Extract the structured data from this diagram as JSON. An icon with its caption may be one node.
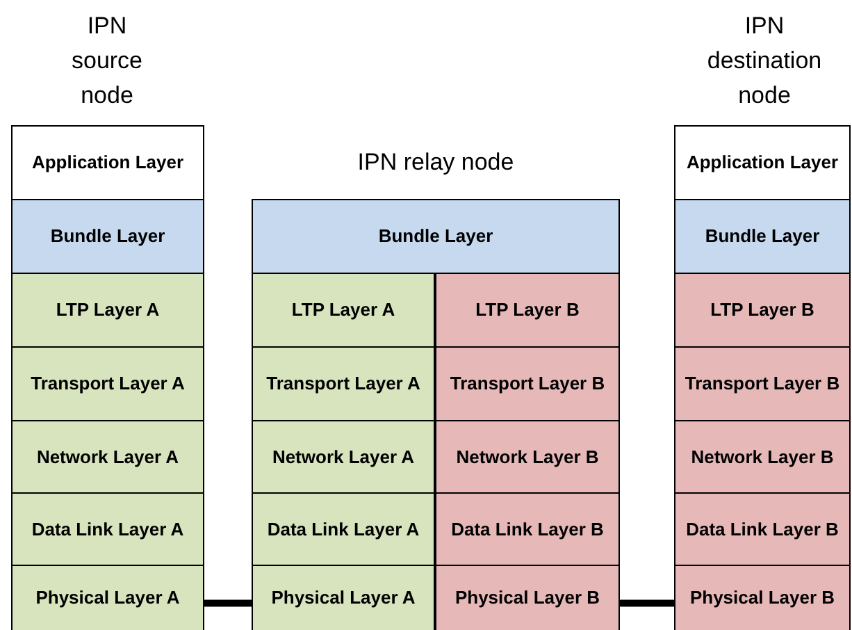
{
  "diagram": {
    "nodes": [
      {
        "text": [
          "Application Layer"
        ]
      },
      {
        "text": [
          "Bundle Layer"
        ]
      },
      {
        "text": [
          "LTP Layer A"
        ]
      },
      {
        "text": [
          "Transport Layer A"
        ]
      },
      {
        "text": [
          "Network Layer A"
        ]
      },
      {
        "text": [
          "Data Link Layer A"
        ]
      },
      {
        "text": [
          "Physical Layer A"
        ]
      },
      {
        "text": [
          "Bundle Layer"
        ]
      },
      {
        "text": [
          "LTP Layer A"
        ]
      },
      {
        "text": [
          "LTP Layer B"
        ]
      },
      {
        "text": [
          "Transport Layer A"
        ]
      },
      {
        "text": [
          "Transport Layer B"
        ]
      },
      {
        "text": [
          "Network Layer A"
        ]
      },
      {
        "text": [
          "Network Layer B"
        ]
      },
      {
        "text": [
          "Data Link Layer A"
        ]
      },
      {
        "text": [
          "Data Link Layer B"
        ]
      },
      {
        "text": [
          "Physical Layer A"
        ]
      },
      {
        "text": [
          "Physical Layer B"
        ]
      },
      {
        "text": [
          "Application Layer"
        ]
      },
      {
        "text": [
          "Bundle Layer"
        ]
      },
      {
        "text": [
          "LTP Layer B"
        ]
      },
      {
        "text": [
          "Transport Layer B"
        ]
      },
      {
        "text": [
          "Network Layer B"
        ]
      },
      {
        "text": [
          "Data Link Layer B"
        ]
      },
      {
        "text": [
          "Physical Layer B"
        ]
      }
    ],
    "edges": [
      {
        "from": 6,
        "to": 16,
        "arrow": "none"
      },
      {
        "from": 17,
        "to": 24,
        "arrow": "none"
      }
    ],
    "labels": [
      "IPN source node",
      "IPN relay node",
      "IPN destination node"
    ]
  }
}
